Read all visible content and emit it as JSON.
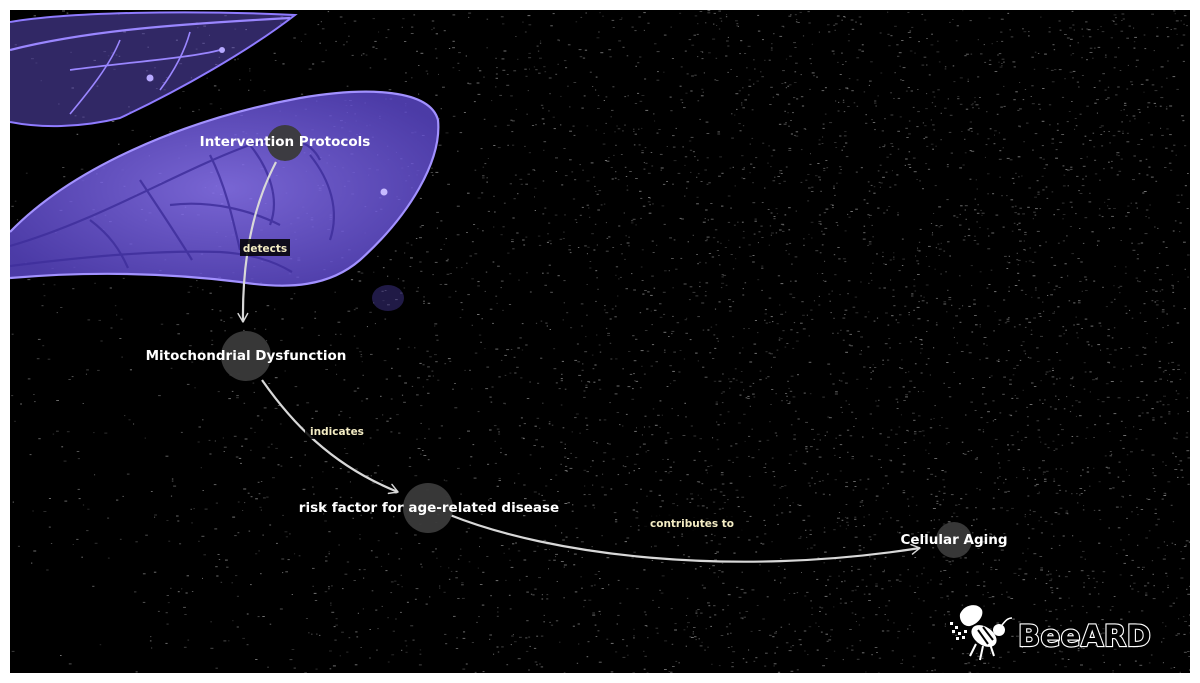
{
  "diagram": {
    "nodes": [
      {
        "id": "intervention",
        "label": "Intervention Protocols"
      },
      {
        "id": "mito",
        "label": "Mitochondrial Dysfunction"
      },
      {
        "id": "risk",
        "label": "risk factor for age-related disease"
      },
      {
        "id": "aging",
        "label": "Cellular Aging"
      }
    ],
    "edges": [
      {
        "from": "intervention",
        "to": "mito",
        "label": "detects"
      },
      {
        "from": "mito",
        "to": "risk",
        "label": "indicates"
      },
      {
        "from": "risk",
        "to": "aging",
        "label": "contributes to"
      }
    ]
  },
  "logo": {
    "text": "BeeARD",
    "icon": "bee-icon"
  },
  "colors": {
    "background": "#000000",
    "wing": "#7b63ec",
    "node_fill": "#3a3a3a",
    "edge": "#d8d8d8",
    "node_text": "#ffffff",
    "edge_text": "#f3ecc4",
    "noise": "#9a9a9a"
  }
}
